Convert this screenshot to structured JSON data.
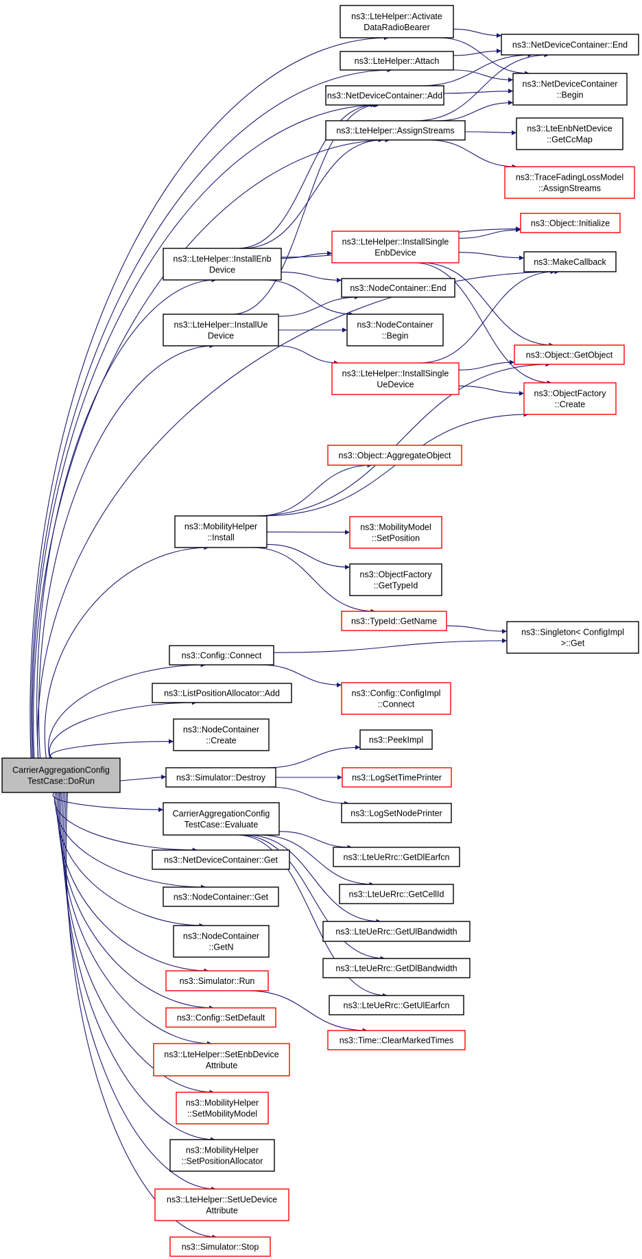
{
  "colors": {
    "edge": "#191970",
    "normal_border": "#000000",
    "incomplete_border": "#ff0000",
    "root_fill": "#bfbfbf"
  },
  "nodes": [
    {
      "id": "root",
      "lines": [
        "CarrierAggregationConfig",
        "TestCase::DoRun"
      ],
      "style": "root"
    },
    {
      "id": "activate",
      "lines": [
        "ns3::LteHelper::Activate",
        "DataRadioBearer"
      ],
      "style": "black"
    },
    {
      "id": "attach",
      "lines": [
        "ns3::LteHelper::Attach"
      ],
      "style": "black"
    },
    {
      "id": "ndc_add",
      "lines": [
        "ns3::NetDeviceContainer::Add"
      ],
      "style": "black"
    },
    {
      "id": "assign",
      "lines": [
        "ns3::LteHelper::AssignStreams"
      ],
      "style": "black"
    },
    {
      "id": "ndc_end",
      "lines": [
        "ns3::NetDeviceContainer::End"
      ],
      "style": "black"
    },
    {
      "id": "ndc_begin",
      "lines": [
        "ns3::NetDeviceContainer",
        "::Begin"
      ],
      "style": "black"
    },
    {
      "id": "getccmap",
      "lines": [
        "ns3::LteEnbNetDevice",
        "::GetCcMap"
      ],
      "style": "black"
    },
    {
      "id": "tracefading",
      "lines": [
        "ns3::TraceFadingLossModel",
        "::AssignStreams"
      ],
      "style": "red"
    },
    {
      "id": "obj_init",
      "lines": [
        "ns3::Object::Initialize"
      ],
      "style": "red"
    },
    {
      "id": "installenb",
      "lines": [
        "ns3::LteHelper::InstallEnb",
        "Device"
      ],
      "style": "black"
    },
    {
      "id": "singleenb",
      "lines": [
        "ns3::LteHelper::InstallSingle",
        "EnbDevice"
      ],
      "style": "red"
    },
    {
      "id": "makecallback",
      "lines": [
        "ns3::MakeCallback"
      ],
      "style": "black"
    },
    {
      "id": "nc_end",
      "lines": [
        "ns3::NodeContainer::End"
      ],
      "style": "black"
    },
    {
      "id": "installue",
      "lines": [
        "ns3::LteHelper::InstallUe",
        "Device"
      ],
      "style": "black"
    },
    {
      "id": "nc_begin",
      "lines": [
        "ns3::NodeContainer",
        "::Begin"
      ],
      "style": "black"
    },
    {
      "id": "singleue",
      "lines": [
        "ns3::LteHelper::InstallSingle",
        "UeDevice"
      ],
      "style": "red"
    },
    {
      "id": "getobject",
      "lines": [
        "ns3::Object::GetObject"
      ],
      "style": "red"
    },
    {
      "id": "of_create",
      "lines": [
        "ns3::ObjectFactory",
        "::Create"
      ],
      "style": "red"
    },
    {
      "id": "aggregate",
      "lines": [
        "ns3::Object::AggregateObject"
      ],
      "style": "red"
    },
    {
      "id": "mob_install",
      "lines": [
        "ns3::MobilityHelper",
        "::Install"
      ],
      "style": "black"
    },
    {
      "id": "setposition",
      "lines": [
        "ns3::MobilityModel",
        "::SetPosition"
      ],
      "style": "red"
    },
    {
      "id": "gettypeid",
      "lines": [
        "ns3::ObjectFactory",
        "::GetTypeId"
      ],
      "style": "black"
    },
    {
      "id": "getname",
      "lines": [
        "ns3::TypeId::GetName"
      ],
      "style": "red"
    },
    {
      "id": "singleton",
      "lines": [
        "ns3::Singleton< ConfigImpl",
        " >::Get"
      ],
      "style": "black"
    },
    {
      "id": "cfg_connect",
      "lines": [
        "ns3::Config::Connect"
      ],
      "style": "black"
    },
    {
      "id": "cfgimpl_connect",
      "lines": [
        "ns3::Config::ConfigImpl",
        "::Connect"
      ],
      "style": "red"
    },
    {
      "id": "lpa_add",
      "lines": [
        "ns3::ListPositionAllocator::Add"
      ],
      "style": "black"
    },
    {
      "id": "nc_create",
      "lines": [
        "ns3::NodeContainer",
        "::Create"
      ],
      "style": "black"
    },
    {
      "id": "peekimpl",
      "lines": [
        "ns3::PeekImpl"
      ],
      "style": "black"
    },
    {
      "id": "sim_destroy",
      "lines": [
        "ns3::Simulator::Destroy"
      ],
      "style": "black"
    },
    {
      "id": "logtime",
      "lines": [
        "ns3::LogSetTimePrinter"
      ],
      "style": "red"
    },
    {
      "id": "evaluate",
      "lines": [
        "CarrierAggregationConfig",
        "TestCase::Evaluate"
      ],
      "style": "black"
    },
    {
      "id": "lognode",
      "lines": [
        "ns3::LogSetNodePrinter"
      ],
      "style": "black"
    },
    {
      "id": "getdlearfcn",
      "lines": [
        "ns3::LteUeRrc::GetDlEarfcn"
      ],
      "style": "black"
    },
    {
      "id": "ndc_get",
      "lines": [
        "ns3::NetDeviceContainer::Get"
      ],
      "style": "black"
    },
    {
      "id": "getcellid",
      "lines": [
        "ns3::LteUeRrc::GetCellId"
      ],
      "style": "black"
    },
    {
      "id": "nc_get",
      "lines": [
        "ns3::NodeContainer::Get"
      ],
      "style": "black"
    },
    {
      "id": "getulbw",
      "lines": [
        "ns3::LteUeRrc::GetUlBandwidth"
      ],
      "style": "black"
    },
    {
      "id": "nc_getn",
      "lines": [
        "ns3::NodeContainer",
        "::GetN"
      ],
      "style": "black"
    },
    {
      "id": "getdlbw",
      "lines": [
        "ns3::LteUeRrc::GetDlBandwidth"
      ],
      "style": "black"
    },
    {
      "id": "sim_run",
      "lines": [
        "ns3::Simulator::Run"
      ],
      "style": "red"
    },
    {
      "id": "getulearfcn",
      "lines": [
        "ns3::LteUeRrc::GetUlEarfcn"
      ],
      "style": "black"
    },
    {
      "id": "cfg_setdefault",
      "lines": [
        "ns3::Config::SetDefault"
      ],
      "style": "red"
    },
    {
      "id": "clearmarked",
      "lines": [
        "ns3::Time::ClearMarkedTimes"
      ],
      "style": "red"
    },
    {
      "id": "setenbattr",
      "lines": [
        "ns3::LteHelper::SetEnbDevice",
        "Attribute"
      ],
      "style": "red"
    },
    {
      "id": "setmobmodel",
      "lines": [
        "ns3::MobilityHelper",
        "::SetMobilityModel"
      ],
      "style": "red"
    },
    {
      "id": "setposalloc",
      "lines": [
        "ns3::MobilityHelper",
        "::SetPositionAllocator"
      ],
      "style": "black"
    },
    {
      "id": "setueattr",
      "lines": [
        "ns3::LteHelper::SetUeDevice",
        "Attribute"
      ],
      "style": "red"
    },
    {
      "id": "sim_stop",
      "lines": [
        "ns3::Simulator::Stop"
      ],
      "style": "red"
    }
  ],
  "edges": [
    [
      "root",
      "activate"
    ],
    [
      "root",
      "attach"
    ],
    [
      "root",
      "ndc_add"
    ],
    [
      "root",
      "assign"
    ],
    [
      "root",
      "makecallback"
    ],
    [
      "root",
      "installenb"
    ],
    [
      "root",
      "installue"
    ],
    [
      "root",
      "mob_install"
    ],
    [
      "root",
      "cfg_connect"
    ],
    [
      "root",
      "lpa_add"
    ],
    [
      "root",
      "nc_create"
    ],
    [
      "root",
      "sim_destroy"
    ],
    [
      "root",
      "evaluate"
    ],
    [
      "root",
      "ndc_get"
    ],
    [
      "root",
      "nc_get"
    ],
    [
      "root",
      "nc_getn"
    ],
    [
      "root",
      "sim_run"
    ],
    [
      "root",
      "cfg_setdefault"
    ],
    [
      "root",
      "setenbattr"
    ],
    [
      "root",
      "setmobmodel"
    ],
    [
      "root",
      "setposalloc"
    ],
    [
      "root",
      "setueattr"
    ],
    [
      "root",
      "sim_stop"
    ],
    [
      "activate",
      "ndc_end"
    ],
    [
      "activate",
      "ndc_begin"
    ],
    [
      "attach",
      "ndc_end"
    ],
    [
      "attach",
      "ndc_begin"
    ],
    [
      "ndc_add",
      "ndc_end"
    ],
    [
      "ndc_add",
      "ndc_begin"
    ],
    [
      "assign",
      "ndc_end"
    ],
    [
      "assign",
      "ndc_begin"
    ],
    [
      "assign",
      "getccmap"
    ],
    [
      "assign",
      "tracefading"
    ],
    [
      "installenb",
      "ndc_add"
    ],
    [
      "installenb",
      "assign"
    ],
    [
      "installenb",
      "obj_init"
    ],
    [
      "installenb",
      "singleenb"
    ],
    [
      "installenb",
      "nc_end"
    ],
    [
      "installenb",
      "nc_begin"
    ],
    [
      "singleenb",
      "obj_init"
    ],
    [
      "singleenb",
      "makecallback"
    ],
    [
      "singleenb",
      "getobject"
    ],
    [
      "singleenb",
      "of_create"
    ],
    [
      "installue",
      "ndc_add"
    ],
    [
      "installue",
      "nc_end"
    ],
    [
      "installue",
      "nc_begin"
    ],
    [
      "installue",
      "singleue"
    ],
    [
      "singleue",
      "makecallback"
    ],
    [
      "singleue",
      "getobject"
    ],
    [
      "singleue",
      "of_create"
    ],
    [
      "mob_install",
      "getobject"
    ],
    [
      "mob_install",
      "aggregate"
    ],
    [
      "mob_install",
      "of_create"
    ],
    [
      "mob_install",
      "setposition"
    ],
    [
      "mob_install",
      "gettypeid"
    ],
    [
      "mob_install",
      "getname"
    ],
    [
      "getname",
      "singleton"
    ],
    [
      "cfg_connect",
      "singleton"
    ],
    [
      "cfg_connect",
      "cfgimpl_connect"
    ],
    [
      "sim_destroy",
      "peekimpl"
    ],
    [
      "sim_destroy",
      "logtime"
    ],
    [
      "sim_destroy",
      "lognode"
    ],
    [
      "evaluate",
      "getdlearfcn"
    ],
    [
      "evaluate",
      "getcellid"
    ],
    [
      "evaluate",
      "getulbw"
    ],
    [
      "evaluate",
      "getdlbw"
    ],
    [
      "evaluate",
      "getulearfcn"
    ],
    [
      "sim_run",
      "clearmarked"
    ]
  ]
}
